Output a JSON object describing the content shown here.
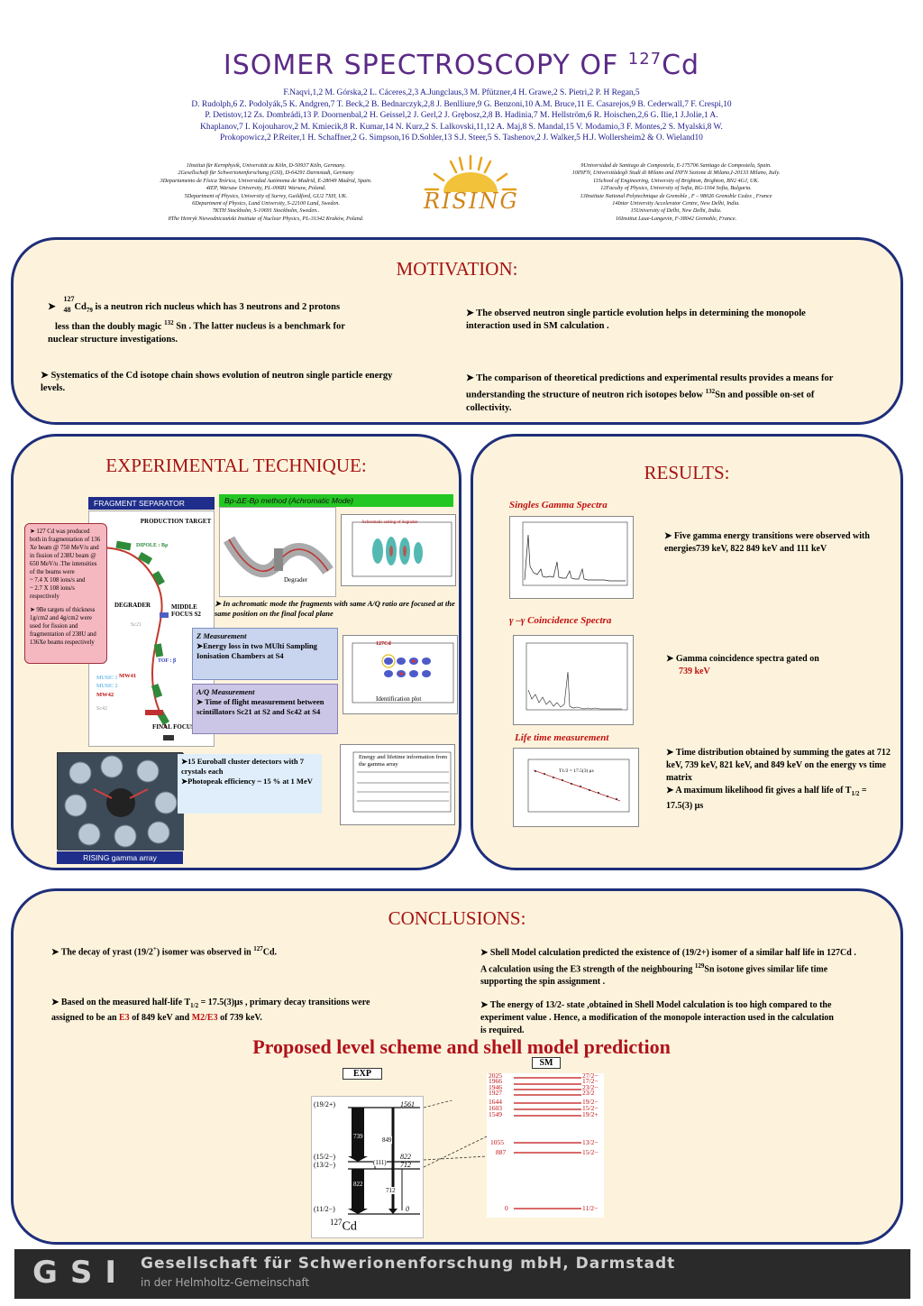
{
  "title": {
    "main": "ISOMER SPECTROSCOPY OF ",
    "sup": "127",
    "tail": "Cd"
  },
  "authors": [
    "F.Naqvi,1,2  M. Górska,2  L. Cáceres,2,3 A.Jungclaus,3 M. Pfützner,4  H. Grawe,2  S. Pietri,2 P. H Regan,5",
    "D. Rudolph,6  Z. Podolyák,5  K. Andgren,7 T. Beck,2  B.  Bednarczyk,2,8  J. Benlliure,9 G. Benzoni,10  A.M. Bruce,11  E. Casarejos,9 B. Cederwall,7  F. Crespi,10",
    "P. Detistov,12  Zs. Dombrádi,13  P. Doornenbal,2  H. Geissel,2 J. Gerl,2 J. Grębosz,2,8 B. Hadinia,7  M. Hellström,6 R. Hoischen,2,6 G. Ilie,1 J.Jolie,1 A.",
    "Khaplanov,7  I. Kojouharov,2 M. Kmiecik,8 R. Kumar,14 N. Kurz,2 S. Lalkovski,11,12 A. Maj,8 S. Mandal,15  V. Modamio,3  F. Montes,2 S. Myalski,8  W.",
    "Prokopowicz,2  P.Reiter,1 H. Schaffner,2 G. Simpson,16 D.Sohler,13  S.J. Steer,5  S. Tashenov,2  J. Walker,5 H.J. Wollersheim2 & O. Wieland10"
  ],
  "affil_left": [
    "1Institut für Kernphysik, Universität zu Köln, D-50937 Köln, Germany.",
    "2Gesellschaft für Schwerionenforschung (GSI), D-64291 Darmstadt,  Germany",
    "3Departamento de Física Teórica, Universidad Autónoma de Madrid, E-28049 Madrid, Spain.",
    "4IEP, Warsaw University, PL-00681 Warsaw, Poland.",
    "5Department of Physics, University of Surrey, Guildford, GU2 7XH, UK.",
    "6Department of Physics, Lund University, S-22100 Lund, Sweden.",
    "7KTH Stockholm, S-10691 Stockholm, Sweden..",
    "8The Henryk Niewodniczański Institute of Nuclear Physics, PL-31342 Kraków, Poland."
  ],
  "affil_right": [
    "9Universidad de Santiago de Compostela, E-175706 Santiago de Compostela, Spain.",
    "10INFN, Universitàdegli Studi di Milano and INFN Sezione di Milano,I-20133 Milano, Italy.",
    "11School of Engineering, University of Brighton, Brighton, BN2 4GJ, UK.",
    "12Faculty of Physics, University of Sofia, BG-1164 Sofia, Bulgaria.",
    "13Institute National Polytechnique de Grenoble , F – 98026 Grenoble Cedex , France",
    "14Inter University Accelerator Centre, New Delhi, India.",
    "15University of Delhi, New Delhi, India.",
    "16Institut Laue-Langevin, F-38042 Grenoble, France."
  ],
  "logo_text": "RISING",
  "motivation": {
    "title": "MOTIVATION:",
    "b1_mass": "127",
    "b1_z": "48",
    "b1_el": "Cd",
    "b1_n": "79",
    "b1_a": " is a neutron rich nucleus which has 3 neutrons and 2 protons",
    "b1_b": "less than the doubly magic ",
    "b1_sup": "132",
    "b1_c": " Sn . The latter nucleus is a benchmark for",
    "b1_d": "nuclear structure investigations.",
    "b2": "Systematics of  the Cd isotope chain shows evolution of neutron single particle energy  levels.",
    "b3": "The observed neutron single particle evolution helps in determining the monopole interaction used in SM calculation .",
    "b4_a": "The comparison of theoretical predictions and experimental results provides a means for understanding the structure of neutron rich isotopes below ",
    "b4_sup": "132",
    "b4_b": "Sn and possible on-set of collectivity."
  },
  "experimental": {
    "title": "EXPERIMENTAL TECHNIQUE:",
    "fragment_separator": "FRAGMENT  SEPARATOR",
    "bp_method": "Bρ-ΔE-Bρ method  (Achromatic Mode)",
    "production_target": "PRODUCTION TARGET",
    "dipole": "DIPOLE : Bρ",
    "degrader": "DEGRADER",
    "middle_focus": "MIDDLE FOCUS S2",
    "final_focus": "FINAL FOCUS S4",
    "tof": "TOF : β",
    "sc21": "Sc21",
    "sc42": "Sc42",
    "music1": "MUSIC 1",
    "music2": "MUSIC 2",
    "mw41": "MW41",
    "mw42": "MW42",
    "pink_lines": [
      "127 Cd was produced both in  fragmentation of 136 Xe beam @ 750 MeV/u and in fission of  238U beam  @ 650 MeV/u  .The intensities of the beams were",
      "~ 7.4 X 108 ions/s  and",
      "~ 2.7 X 108 ions/s respectively",
      "9Be targets of thickness 1g/cm2  and 4g/cm2 were used for fission and fragmentation of 238U and 136Xe beams respectively"
    ],
    "achromatic_plot_label": "Achromatic setting of degrader",
    "degrader_label": "Degrader",
    "achromatic_note": "In achromatic mode the fragments with same  A/Q ratio are focused  at the same  position on the final focal  plane",
    "z_title": "Z Measurement",
    "z_text": "Energy loss in two MUlti Sampling Ionisation Chambers at S4",
    "aq_title": "A/Q Measurement",
    "aq_text": "Time of flight measurement between scintillators Sc21 at S2 and Sc42 at S4",
    "id_plot": "Identification plot",
    "id_cd": "127Cd",
    "euroball_a": "15 Euroball cluster detectors with 7 crystals each",
    "euroball_b": "Photopeak efficiency ~ 15 % at 1 MeV",
    "energy_life": "Energy and lifetime information from the gamma array",
    "rising_array": "RISING gamma array"
  },
  "results": {
    "title": "RESULTS:",
    "singles": "Singles Gamma Spectra",
    "singles_text": "Five gamma energy transitions were observed with energies739 keV, 822 849 keV and 111 keV",
    "coinc": "γ –γ Coincidence Spectra",
    "coinc_text": "Gamma coincidence spectra gated  on",
    "coinc_val": "739 keV",
    "life": "Life time measurement",
    "life_text1": "Time distribution obtained by summing the gates at 712 keV, 739 keV, 821 keV, and 849 keV on the energy vs time matrix",
    "life_text2_a": "A maximum likelihood fit  gives a half life of T",
    "life_text2_sub": "1/2",
    "life_text2_b": " = 17.5(3) μs",
    "life_plot_label": "T1/2 = 17.5(3) μs"
  },
  "conclusions": {
    "title": "CONCLUSIONS:",
    "c1_a": "The decay of  yrast  (19/2",
    "c1_sup": "+",
    "c1_b": ")  isomer  was observed in ",
    "c1_sup2": "127",
    "c1_c": "Cd.",
    "c2_a": "Based on the measured half-life T",
    "c2_sub": "1/2",
    "c2_b": " = 17.5(3)μs , primary decay transitions were assigned to be an ",
    "c2_e3": "E3",
    "c2_c": " of 849 keV and ",
    "c2_m2": "M2/E3",
    "c2_d": " of 739 keV.",
    "c3_a": "Shell Model calculation predicted the existence of (19/2+) isomer of a similar half life in 127Cd . A calculation using the E3 strength of the neighbouring ",
    "c3_sup": "129",
    "c3_b": "Sn isotone  gives similar life time supporting the spin assignment .",
    "c4": "The  energy of  13/2- state ,obtained in Shell Model calculation is too high compared to the experiment value . Hence, a modification of the monopole interaction used in the calculation is required."
  },
  "scheme": {
    "title": "Proposed level scheme and shell model prediction",
    "exp_label": "EXP",
    "sm_label": "SM",
    "exp_levels": [
      {
        "spin": "(19/2+)",
        "energy": "1561"
      },
      {
        "spin": "(15/2−)",
        "energy": "822"
      },
      {
        "spin": "(13/2−)",
        "energy": "712"
      },
      {
        "spin": "(11/2−)",
        "energy": "0"
      }
    ],
    "exp_transitions": [
      "739",
      "849",
      "(111)",
      "822",
      "712"
    ],
    "nucleus_mass": "127",
    "nucleus_el": "Cd",
    "sm_levels": [
      {
        "energy": "2025",
        "spin": "27/2−"
      },
      {
        "energy": "1966",
        "spin": "17/2−"
      },
      {
        "energy": "1946",
        "spin": "23/2−"
      },
      {
        "energy": "1927",
        "spin": "23/2"
      },
      {
        "energy": "1644",
        "spin": "19/2−"
      },
      {
        "energy": "1603",
        "spin": "15/2−"
      },
      {
        "energy": "1549",
        "spin": "19/2+"
      },
      {
        "energy": "1055",
        "spin": "13/2−"
      },
      {
        "energy": "887",
        "spin": "15/2−"
      },
      {
        "energy": "0",
        "spin": "11/2−"
      }
    ]
  },
  "footer": {
    "logo": "GSI",
    "line1": "Gesellschaft für Schwerionenforschung mbH, Darmstadt",
    "line2": "in der Helmholtz-Gemeinschaft"
  }
}
